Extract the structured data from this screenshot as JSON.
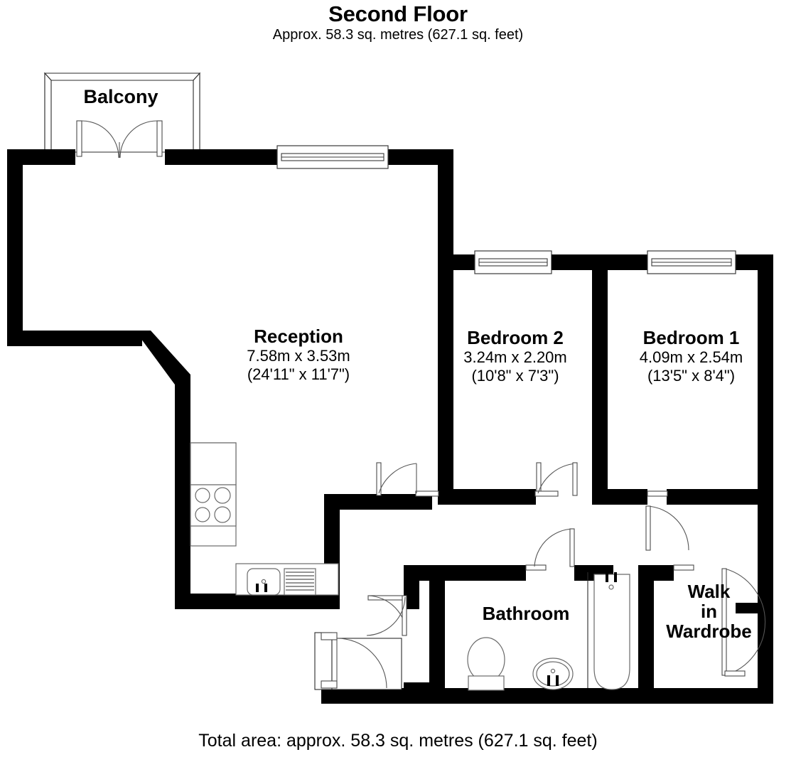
{
  "header": {
    "title": "Second Floor",
    "approx_area": "Approx. 58.3 sq. metres (627.1 sq. feet)"
  },
  "footer": {
    "total_area": "Total area: approx. 58.3 sq. metres (627.1 sq. feet)"
  },
  "rooms": [
    {
      "key": "reception",
      "name": "Reception",
      "dim_metric": "7.58m x 3.53m",
      "dim_imperial": "(24'11\" x 11'7\")"
    },
    {
      "key": "bedroom2",
      "name": "Bedroom 2",
      "dim_metric": "3.24m x 2.20m",
      "dim_imperial": "(10'8\" x 7'3\")"
    },
    {
      "key": "bedroom1",
      "name": "Bedroom 1",
      "dim_metric": "4.09m x 2.54m",
      "dim_imperial": "(13'5\" x 8'4\")"
    },
    {
      "key": "balcony",
      "name": "Balcony",
      "dim_metric": "",
      "dim_imperial": ""
    },
    {
      "key": "bathroom",
      "name": "Bathroom",
      "dim_metric": "",
      "dim_imperial": ""
    },
    {
      "key": "wardrobe",
      "name": "Walk in Wardrobe",
      "name_line1": "Walk",
      "name_line2": "in",
      "name_line3": "Wardrobe",
      "dim_metric": "",
      "dim_imperial": ""
    }
  ],
  "fixtures": [
    {
      "name": "hob-four-ring",
      "room": "reception"
    },
    {
      "name": "kitchen-counter",
      "room": "reception"
    },
    {
      "name": "kitchen-sink",
      "room": "reception"
    },
    {
      "name": "draining-board",
      "room": "reception"
    },
    {
      "name": "toilet",
      "room": "bathroom"
    },
    {
      "name": "wash-basin",
      "room": "bathroom"
    },
    {
      "name": "bathtub",
      "room": "bathroom"
    },
    {
      "name": "storage-cupboard",
      "room": "hallway"
    }
  ],
  "openings": [
    {
      "name": "balcony-french-doors",
      "type": "double-door"
    },
    {
      "name": "reception-window",
      "type": "window"
    },
    {
      "name": "bedroom2-window",
      "type": "window"
    },
    {
      "name": "bedroom1-window",
      "type": "window"
    },
    {
      "name": "bedroom2-door",
      "type": "door"
    },
    {
      "name": "bedroom1-door",
      "type": "door"
    },
    {
      "name": "bathroom-door",
      "type": "door"
    },
    {
      "name": "wardrobe-door",
      "type": "door"
    },
    {
      "name": "entrance-door",
      "type": "door"
    },
    {
      "name": "cupboard-door",
      "type": "door"
    },
    {
      "name": "reception-hall-door",
      "type": "door"
    }
  ],
  "colors": {
    "wall": "#000000",
    "background": "#ffffff",
    "fixture_stroke": "#6a6a6a",
    "text": "#000000"
  }
}
